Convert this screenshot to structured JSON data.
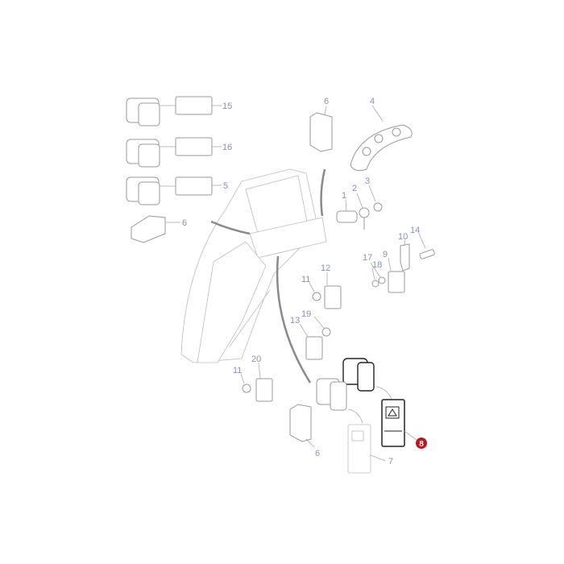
{
  "diagram": {
    "callouts": {
      "switch_15": "15",
      "switch_16": "16",
      "switch_5": "5",
      "cover_6_left": "6",
      "cover_6_top": "6",
      "panel_4": "4",
      "nut_3": "3",
      "key_2": "2",
      "ignition_1": "1",
      "bracket_10": "10",
      "screw_14": "14",
      "washer_18": "18",
      "washer_17": "17",
      "relay_9": "9",
      "relay_12": "12",
      "nut_11_upper": "11",
      "nut_19": "19",
      "relay_13": "13",
      "relay_20": "20",
      "nut_11_lower": "11",
      "cover_6_bottom": "6",
      "lens_7": "7",
      "lens_8_highlighted": "8"
    },
    "highlight_color": "#c0141c",
    "callout_color": "#8a8fc0"
  }
}
